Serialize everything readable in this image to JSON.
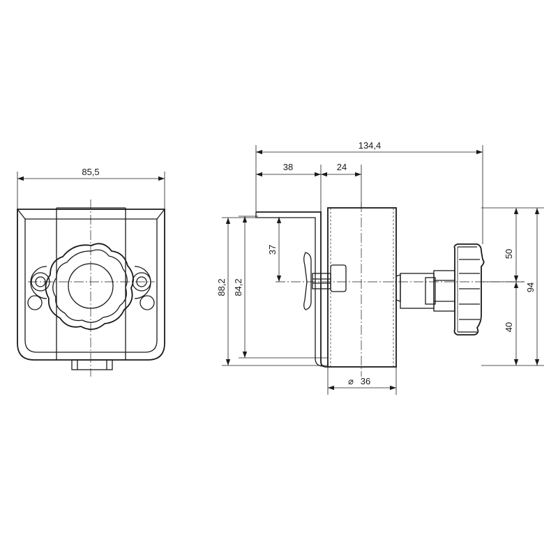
{
  "front_view": {
    "width_dim": "85,5"
  },
  "side_view": {
    "overall_length_dim": "134,4",
    "offset_dim_38": "38",
    "offset_dim_24": "24",
    "height_37_dim": "37",
    "height_88_2_dim": "88,2",
    "height_84_2_dim": "84,2",
    "upper_50_dim": "50",
    "lower_40_dim": "40",
    "total_94_dim": "94",
    "diameter_dim": "36",
    "diameter_symbol": "⌀"
  },
  "colors": {
    "line": "#1a1a1a",
    "background": "#ffffff"
  }
}
